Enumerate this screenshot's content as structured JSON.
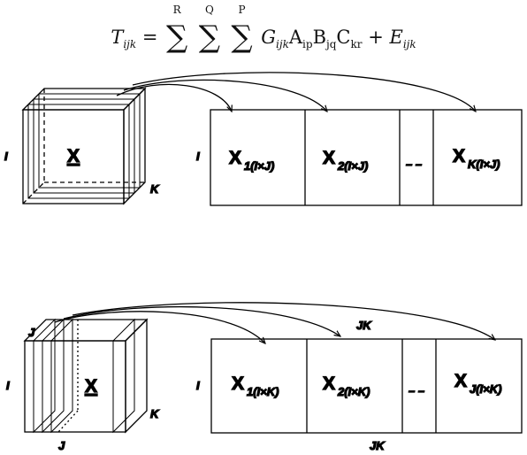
{
  "formula": {
    "lhs": "T",
    "lhs_sub": "ijk",
    "equals": "=",
    "sums": [
      {
        "limit": "R"
      },
      {
        "limit": "Q"
      },
      {
        "limit": "P"
      }
    ],
    "core": "G",
    "core_sub": "ijk",
    "a": "A",
    "a_sub": "ip",
    "b": "B",
    "b_sub": "jq",
    "c": "C",
    "c_sub": "kr",
    "plus": "+",
    "err": "E",
    "err_sub": "ijk"
  },
  "top": {
    "cube_label": "X",
    "dim_i": "I",
    "dim_k": "K",
    "slab_dim": "I",
    "slices": [
      {
        "main": "X",
        "sub": "1(I×J)"
      },
      {
        "main": "X",
        "sub": "2(I×J)"
      },
      {
        "main": "X",
        "sub": "K(I×J)"
      }
    ],
    "ellipsis": "– –"
  },
  "bottom": {
    "cube_label": "X",
    "dim_i": "I",
    "dim_j_top": "J",
    "dim_j_bottom": "J",
    "dim_k": "K",
    "slab_dim": "I",
    "arrow_label": "JK",
    "width_label": "JK",
    "slices": [
      {
        "main": "X",
        "sub": "1(I×K)"
      },
      {
        "main": "X",
        "sub": "2(I×K)"
      },
      {
        "main": "X",
        "sub": "J(I×K)"
      }
    ],
    "ellipsis": "– –"
  }
}
